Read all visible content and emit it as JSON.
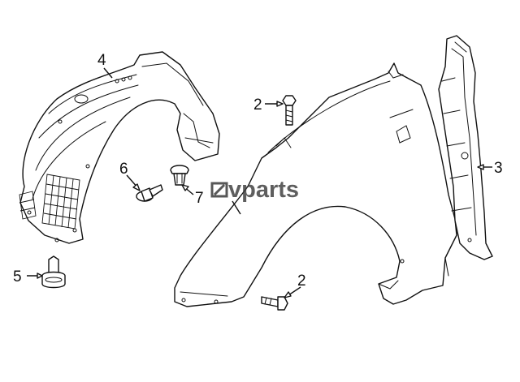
{
  "callouts": {
    "c2a": "2",
    "c2b": "2",
    "c3": "3",
    "c4": "4",
    "c5": "5",
    "c6": "6",
    "c7": "7"
  },
  "watermark": {
    "text": "vparts"
  },
  "colors": {
    "line": "#111111",
    "watermark": "#3a3a3a",
    "background": "#ffffff"
  }
}
